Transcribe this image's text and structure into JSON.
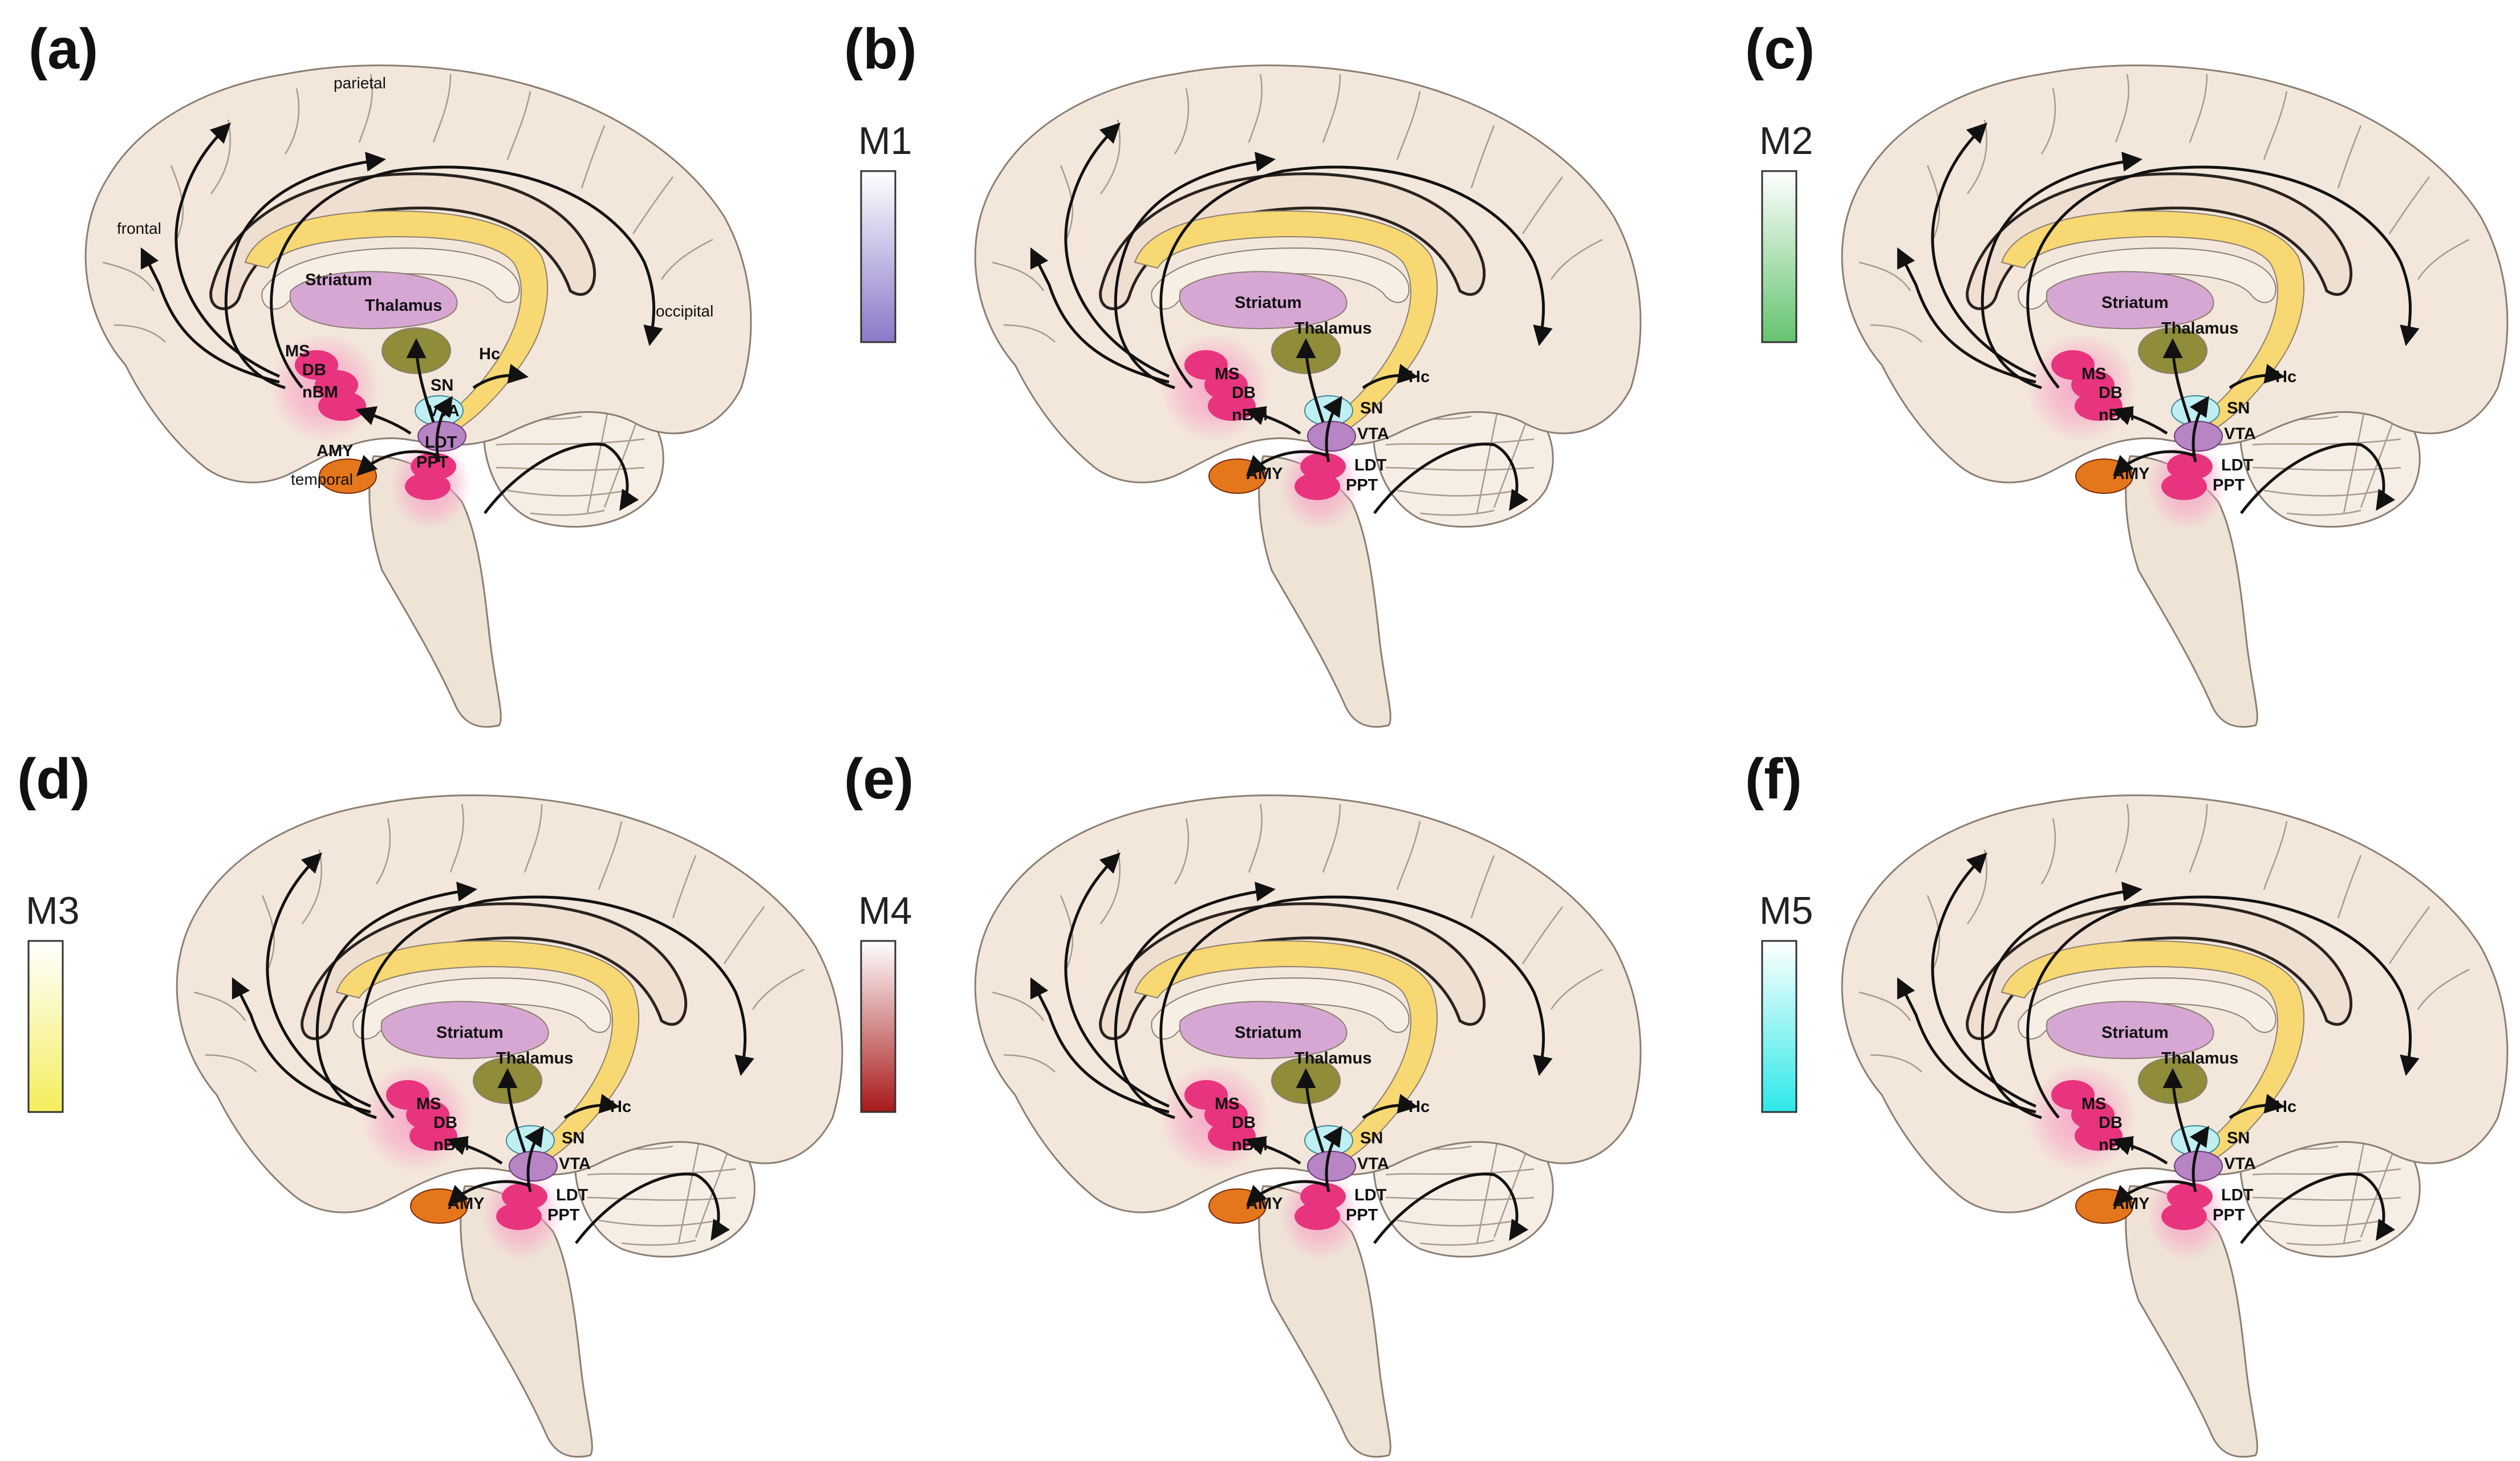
{
  "panels": [
    {
      "letter": "(a)",
      "receptor": "",
      "color": "",
      "tint": "#f3e6da"
    },
    {
      "letter": "(b)",
      "receptor": "M1",
      "color": "#8a78c8",
      "tint": "#c9c1e7"
    },
    {
      "letter": "(c)",
      "receptor": "M2",
      "color": "#64c36f",
      "tint": "#cdebcf"
    },
    {
      "letter": "(d)",
      "receptor": "M3",
      "color": "#f4ee5c",
      "tint": "#faf7b6"
    },
    {
      "letter": "(e)",
      "receptor": "M4",
      "color": "#a81818",
      "tint": "#d9a1a1"
    },
    {
      "letter": "(f)",
      "receptor": "M5",
      "color": "#2ee8e8",
      "tint": "#c4f4f6"
    }
  ],
  "regions": {
    "ms": "MS",
    "db": "DB",
    "nbm": "nBM",
    "sn": "SN",
    "vta": "VTA",
    "ldt": "LDT",
    "ppt": "PPT",
    "amy": "AMY",
    "hc": "Hc",
    "striatum": "Striatum",
    "thalamus": "Thalamus"
  },
  "lobes": {
    "frontal": "frontal",
    "parietal": "parietal",
    "occipital": "occipital",
    "temporal": "temporal"
  },
  "colors": {
    "brain_base": "#f3e6da",
    "brainstem": "#efe3d6",
    "outline": "#8c7e72",
    "cholinergic_nuclei": "#e8347e",
    "cholinergic_glow": "#f7a6c6",
    "amygdala": "#c84410",
    "sn": "#bfeff3",
    "vta": "#b784c4",
    "panel_a_hc": "#f7d873",
    "panel_a_striatum": "#d7a7d4",
    "panel_a_thalamus": "#8f8c3a",
    "panel_a_amygdala": "#e4761c"
  }
}
